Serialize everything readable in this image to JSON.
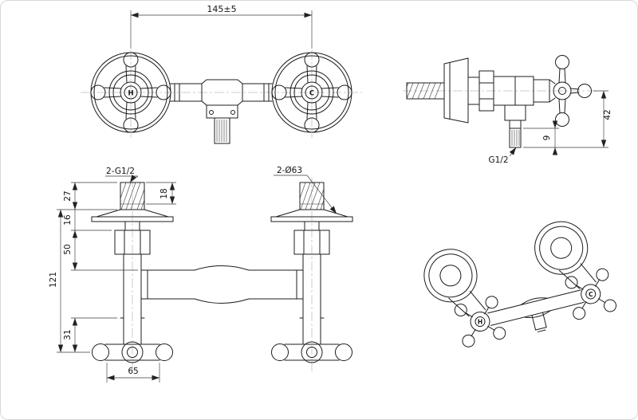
{
  "drawing": {
    "dims": {
      "center_distance": "145±5",
      "outlet_drop": "42",
      "outlet_stub": "9",
      "outlet_thread": "G1/2",
      "inlet_threads": "2-G1/2",
      "flange_diameter": "2-Ø63",
      "thread_length": "18",
      "dim_27": "27",
      "dim_16": "16",
      "dim_50": "50",
      "dim_121": "121",
      "dim_31": "31",
      "dim_65": "65"
    },
    "marks": {
      "hot": "H",
      "cold": "C"
    }
  }
}
